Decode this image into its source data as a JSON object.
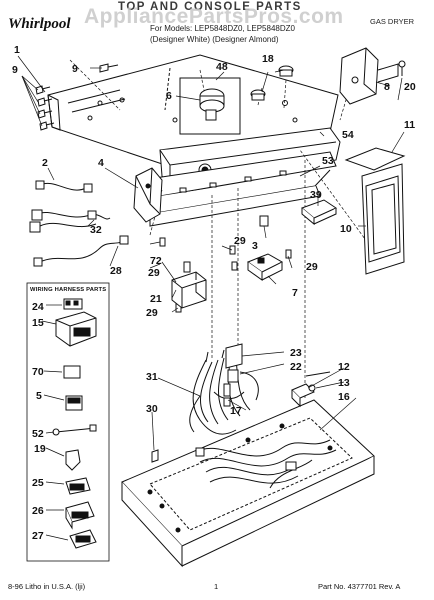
{
  "header": {
    "brand": "Whirlpool",
    "title": "TOP AND CONSOLE PARTS",
    "models": "For Models: LEP5848DZ0, LEP5848DZ0",
    "colors": "(Designer White) (Designer Almond)",
    "appliance_type": "GAS DRYER"
  },
  "watermark": "AppliancePartsPros.com",
  "callouts": {
    "c1": "1",
    "c9a": "9",
    "c9b": "9",
    "c48": "48",
    "c6": "6",
    "c18": "18",
    "c8": "8",
    "c20": "20",
    "c11": "11",
    "c54": "54",
    "c53": "53",
    "c2": "2",
    "c4": "4",
    "c39": "39",
    "c10": "10",
    "c32": "32",
    "c28": "28",
    "c29a": "29",
    "c29b": "29",
    "c29c": "29",
    "c29d": "29",
    "c3": "3",
    "c72": "72",
    "c21": "21",
    "c7": "7",
    "c23": "23",
    "c22": "22",
    "c12": "12",
    "c13": "13",
    "c31": "31",
    "c17": "17",
    "c16": "16",
    "c30": "30"
  },
  "wiring_box": {
    "title": "WIRING HARNESS PARTS",
    "items": [
      "24",
      "15",
      "70",
      "5",
      "52",
      "19",
      "25",
      "26",
      "27"
    ]
  },
  "footer": {
    "left": "8-96 Litho in U.S.A. (lji)",
    "center": "1",
    "right": "Part No. 4377701 Rev. A"
  }
}
